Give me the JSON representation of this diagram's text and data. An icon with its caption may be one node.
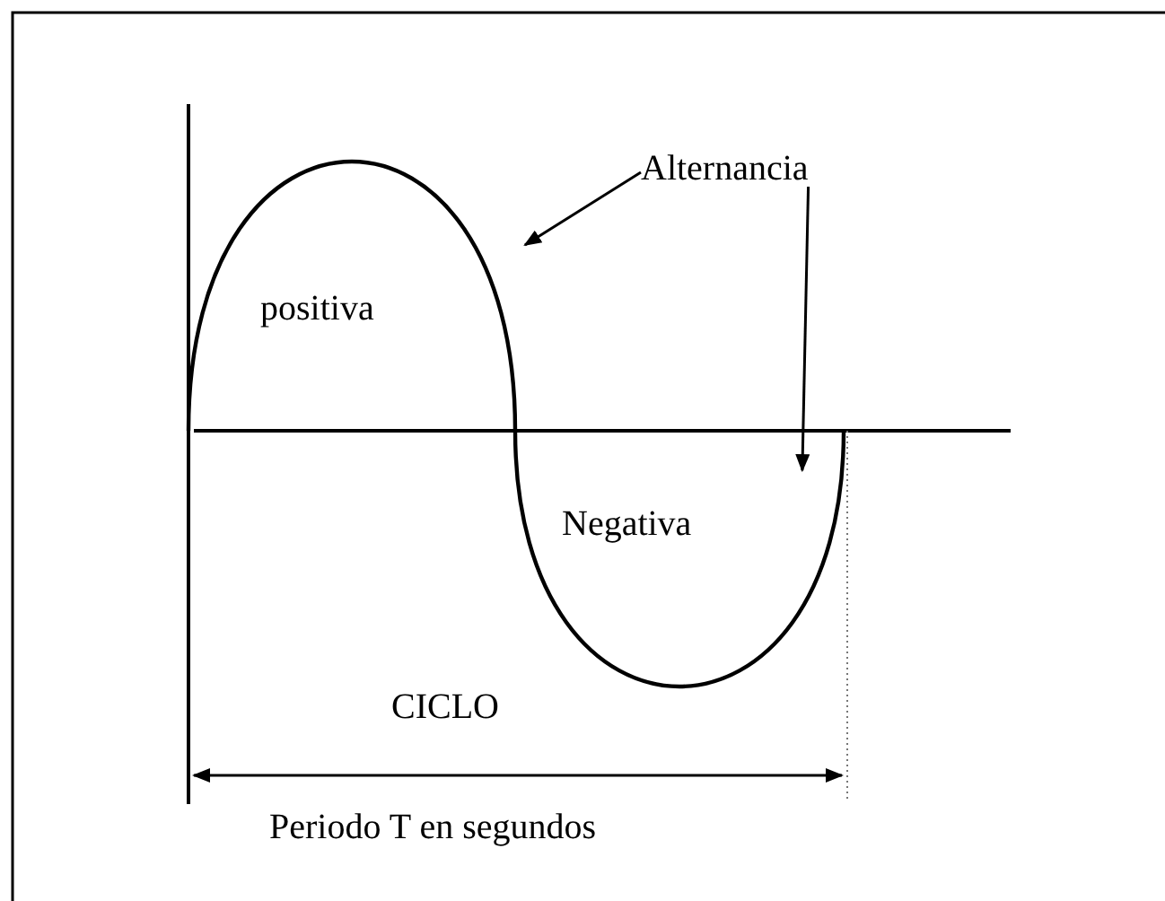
{
  "diagram": {
    "nodes": [
      {
        "text": [
          "Alternancia"
        ]
      },
      {
        "text": [],
        "shape": "arc"
      },
      {
        "text": [],
        "shape": "arc"
      }
    ],
    "edges": [
      {
        "from": 0,
        "to": 1,
        "arrow": "to"
      },
      {
        "from": 0,
        "to": 2,
        "arrow": "to"
      }
    ],
    "labels": [
      "positiva",
      "Negativa",
      "CICLO",
      "Periodo T en segundos"
    ]
  }
}
